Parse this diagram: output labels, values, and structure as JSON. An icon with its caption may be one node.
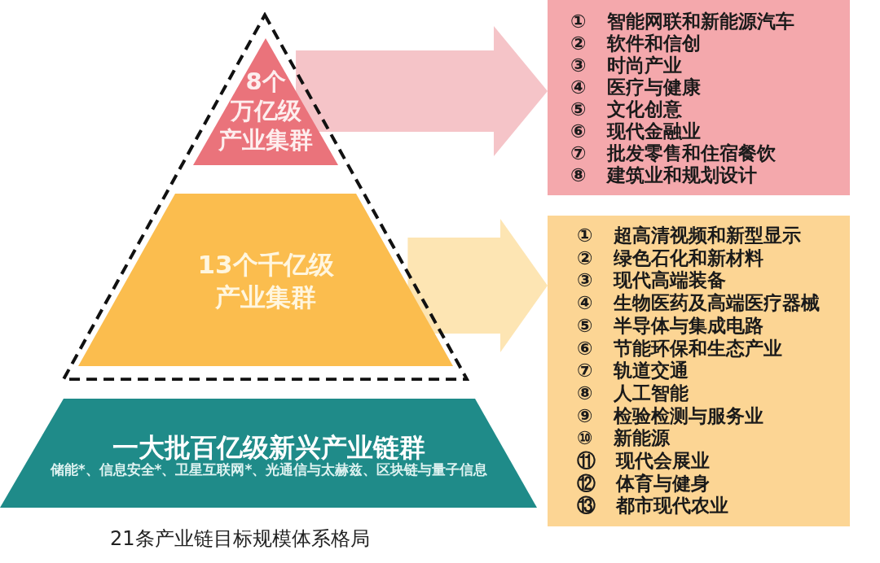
{
  "diagram": {
    "caption": "21条产业链目标规模体系格局",
    "nodes": [
      {
        "text": [],
        "shape": "triangle"
      },
      {
        "text": [
          "8个万亿级产业集群"
        ],
        "in": 0
      },
      {
        "text": [
          "13个千亿级产业集群"
        ],
        "in": 0
      },
      {
        "text": [
          "一大批百亿级新兴产业链群",
          "储能*、信息安全*、卫星互联网*、光通信与太赫兹、区块链与量子信息"
        ]
      },
      {
        "text": [
          "① 智能网联和新能源汽车",
          "② 软件和信创",
          "③ 时尚产业",
          "④ 医疗与健康",
          "⑤ 文化创意",
          "⑥ 现代金融业",
          "⑦ 批发零售和住宿餐饮",
          "⑧ 建筑业和规划设计"
        ]
      },
      {
        "text": [
          "① 超高清视频和新型显示",
          "② 绿色石化和新材料",
          "③ 现代高端装备",
          "④ 生物医药及高端医疗器械",
          "⑤ 半导体与集成电路",
          "⑥ 节能环保和生态产业",
          "⑦ 轨道交通",
          "⑧ 人工智能",
          "⑨ 检验检测与服务业",
          "⑩ 新能源",
          "⑪ 现代会展业",
          "⑫ 体育与健身",
          "⑬ 都市现代农业"
        ]
      }
    ],
    "edges": [
      {
        "from": 1,
        "to": 4,
        "arrow": "to",
        "color": "#f5c4c8"
      },
      {
        "from": 2,
        "to": 5,
        "arrow": "to",
        "color": "#fde5b3"
      }
    ]
  }
}
